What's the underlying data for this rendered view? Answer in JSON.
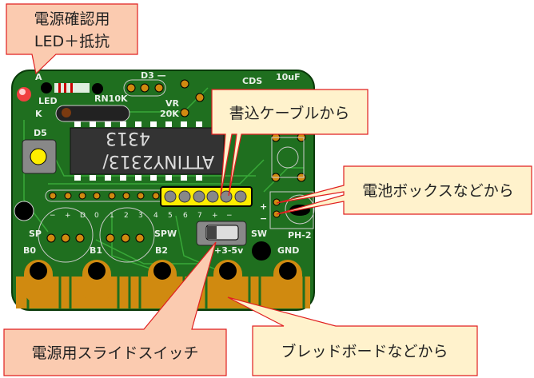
{
  "callouts": {
    "led": {
      "line1": "電源確認用",
      "line2": "LED＋抵抗"
    },
    "cable": "書込ケーブルから",
    "battery": "電池ボックスなどから",
    "switch": "電源用スライドスイッチ",
    "breadboard": "ブレッドボードなどから"
  },
  "board": {
    "A": "A",
    "LED": "LED",
    "K": "K",
    "RN10K": "RN10K",
    "D3": "D3 —",
    "VR": "VR",
    "VR20K": "20K",
    "CDS": "CDS",
    "C10uF": "10uF",
    "D5": "D5",
    "SP": "SP",
    "SPW": "SPW",
    "SW": "SW",
    "PH2": "PH-2",
    "B0": "B0",
    "B1": "B1",
    "B2": "B2",
    "V": "+3-5v",
    "GND": "GND",
    "plus": "+",
    "minus": "−",
    "pins": [
      "−",
      "+",
      "D",
      "0",
      "1",
      "2",
      "3",
      "4",
      "5",
      "6",
      "7",
      "+",
      "−"
    ],
    "chip_line1": "4313",
    "chip_line2": "ATTINY2313/"
  },
  "colors": {
    "pcb": "#1f6f1f",
    "pad": "#d08a10",
    "salmon": "#fbcbb0",
    "cream": "#fff2cc",
    "border": "#e02020"
  }
}
